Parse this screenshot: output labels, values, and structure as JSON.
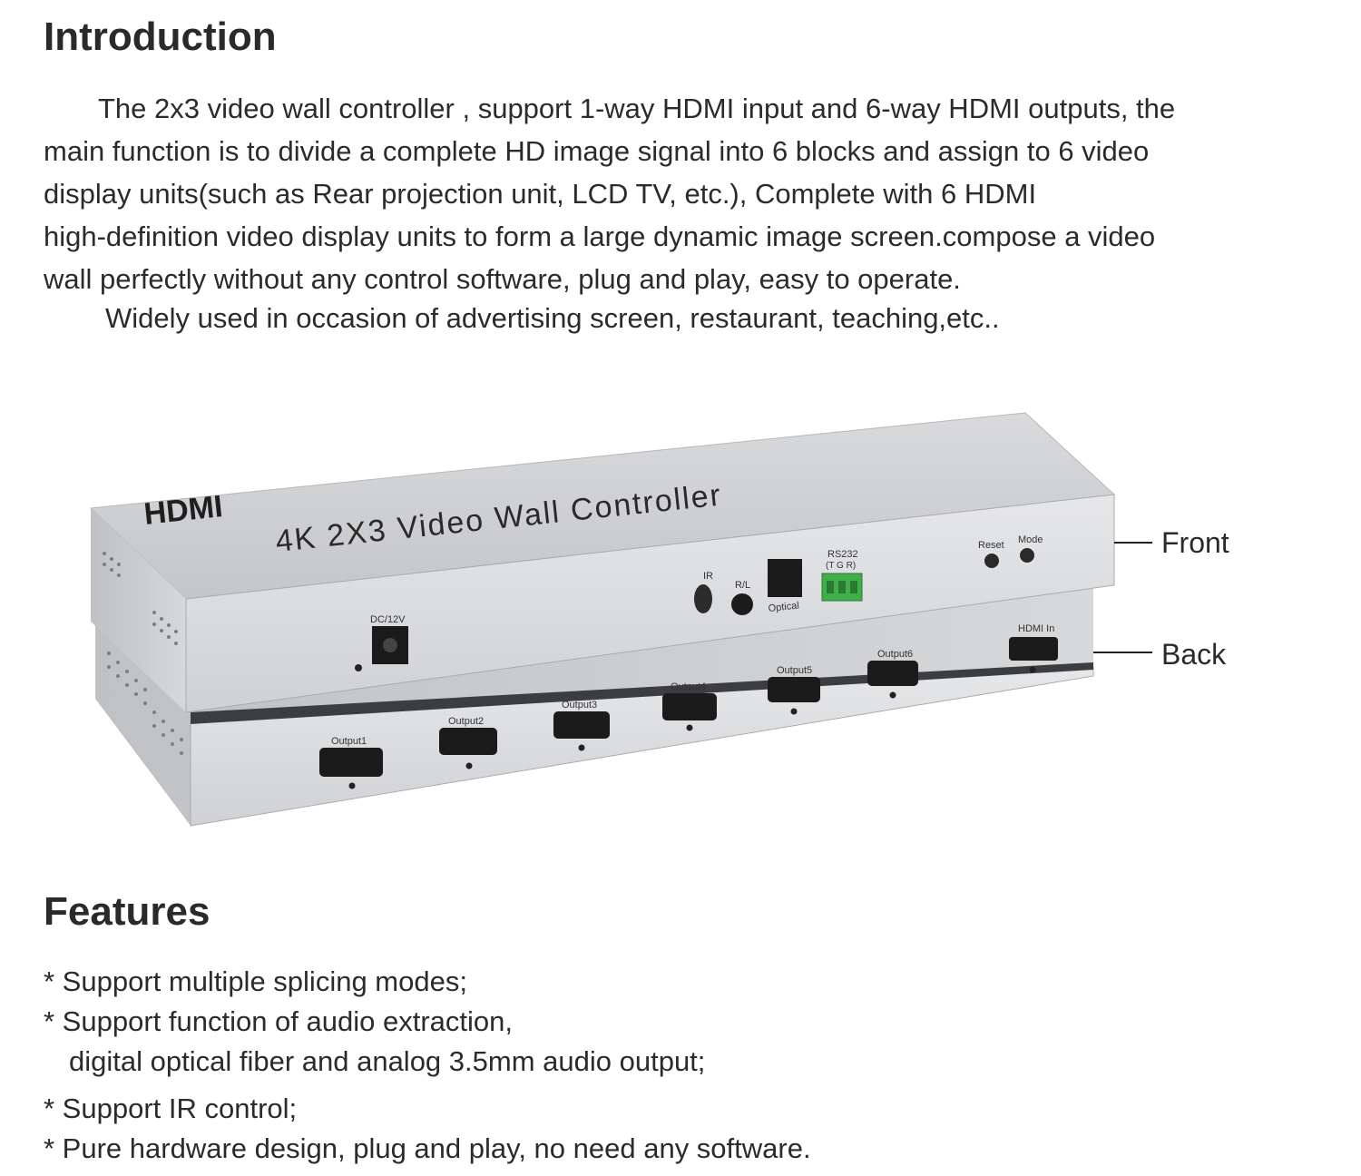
{
  "intro": {
    "title": "Introduction",
    "lines": [
      "The 2x3 video wall controller , support 1-way HDMI input and 6-way HDMI outputs, the",
      "main function is to divide a complete HD image signal into 6 blocks and assign to 6 video",
      "display units(such as Rear projection unit, LCD TV, etc.), Complete with 6 HDMI",
      "high-definition video display units to form a large dynamic image screen.compose a video",
      "wall perfectly without any control software, plug and play, easy to operate.",
      "Widely used in occasion of advertising screen, restaurant, teaching,etc.."
    ]
  },
  "device": {
    "logo": "HDMI",
    "model_text": "4K 2X3 Video Wall Controller",
    "front_label": "Front",
    "back_label": "Back",
    "ports": {
      "dc": "DC/12V",
      "ir": "IR",
      "rl": "R/L",
      "optical": "Optical",
      "rs232": "RS232",
      "rs232_pins": "(T G R)",
      "reset": "Reset",
      "mode": "Mode",
      "hdmi_in": "HDMI In",
      "outputs": [
        "Output1",
        "Output2",
        "Output3",
        "Output4",
        "Output5",
        "Output6"
      ]
    }
  },
  "features": {
    "title": "Features",
    "items": [
      "* Support multiple splicing modes;",
      "* Support function of audio extraction,",
      "digital optical fiber and analog 3.5mm audio output;",
      "* Support IR control;",
      "* Pure hardware design, plug and play, no need any software."
    ]
  }
}
